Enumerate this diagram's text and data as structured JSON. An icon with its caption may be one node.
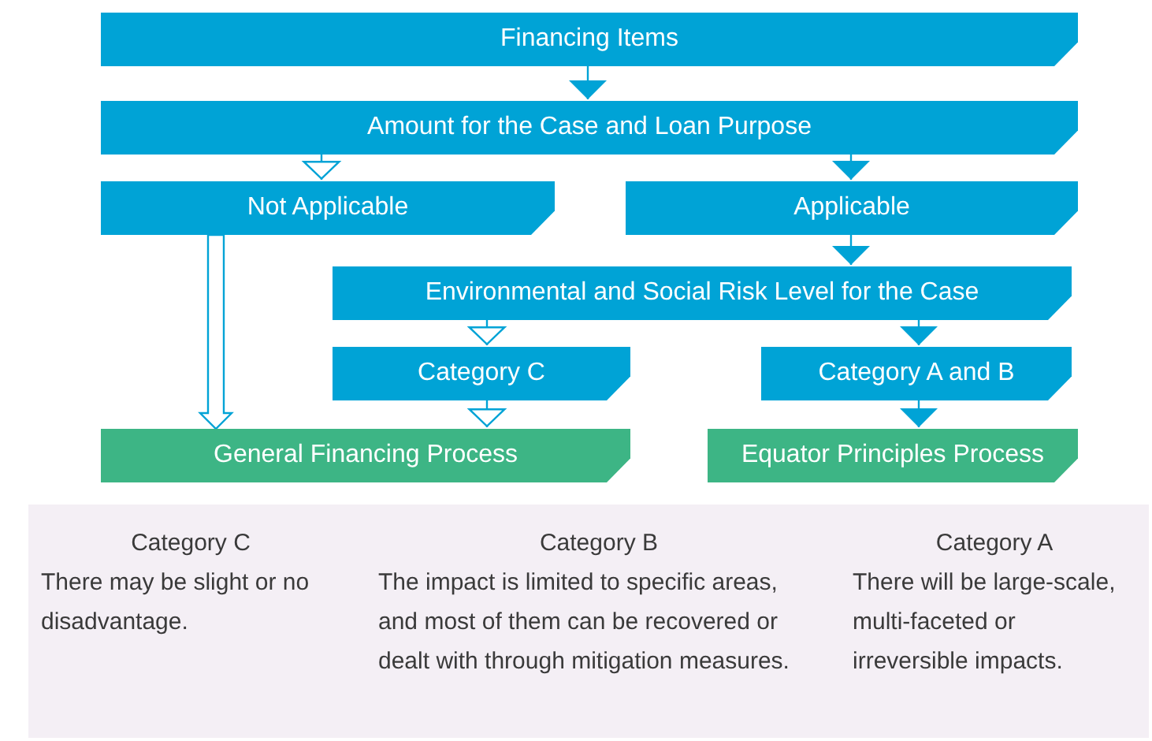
{
  "diagram": {
    "nodes": [
      {
        "text": [
          "Financing Items"
        ]
      },
      {
        "text": [
          "Amount for the Case and Loan Purpose"
        ]
      },
      {
        "text": [
          "Not Applicable"
        ]
      },
      {
        "text": [
          "Applicable"
        ]
      },
      {
        "text": [
          "Environmental and Social Risk Level for the Case"
        ]
      },
      {
        "text": [
          "Category C"
        ]
      },
      {
        "text": [
          "Category A and B"
        ]
      },
      {
        "text": [
          "General Financing Process"
        ]
      },
      {
        "text": [
          "Equator Principles Process"
        ]
      }
    ],
    "edges": [
      {
        "from": 0,
        "to": 1,
        "arrow": "to"
      },
      {
        "from": 1,
        "to": 2,
        "arrow": "to"
      },
      {
        "from": 1,
        "to": 3,
        "arrow": "to"
      },
      {
        "from": 2,
        "to": 7,
        "arrow": "to"
      },
      {
        "from": 3,
        "to": 4,
        "arrow": "to"
      },
      {
        "from": 4,
        "to": 5,
        "arrow": "to"
      },
      {
        "from": 4,
        "to": 6,
        "arrow": "to"
      },
      {
        "from": 5,
        "to": 7,
        "arrow": "to"
      },
      {
        "from": 6,
        "to": 8,
        "arrow": "to"
      }
    ],
    "labels": [
      "Category C",
      "There may be slight or no disadvantage.",
      "Category B",
      "The impact is limited to specific areas, and most of them can be recovered or dealt with through mitigation measures.",
      "Category A",
      "There will be large-scale, multi-faceted or irreversible impacts."
    ]
  }
}
